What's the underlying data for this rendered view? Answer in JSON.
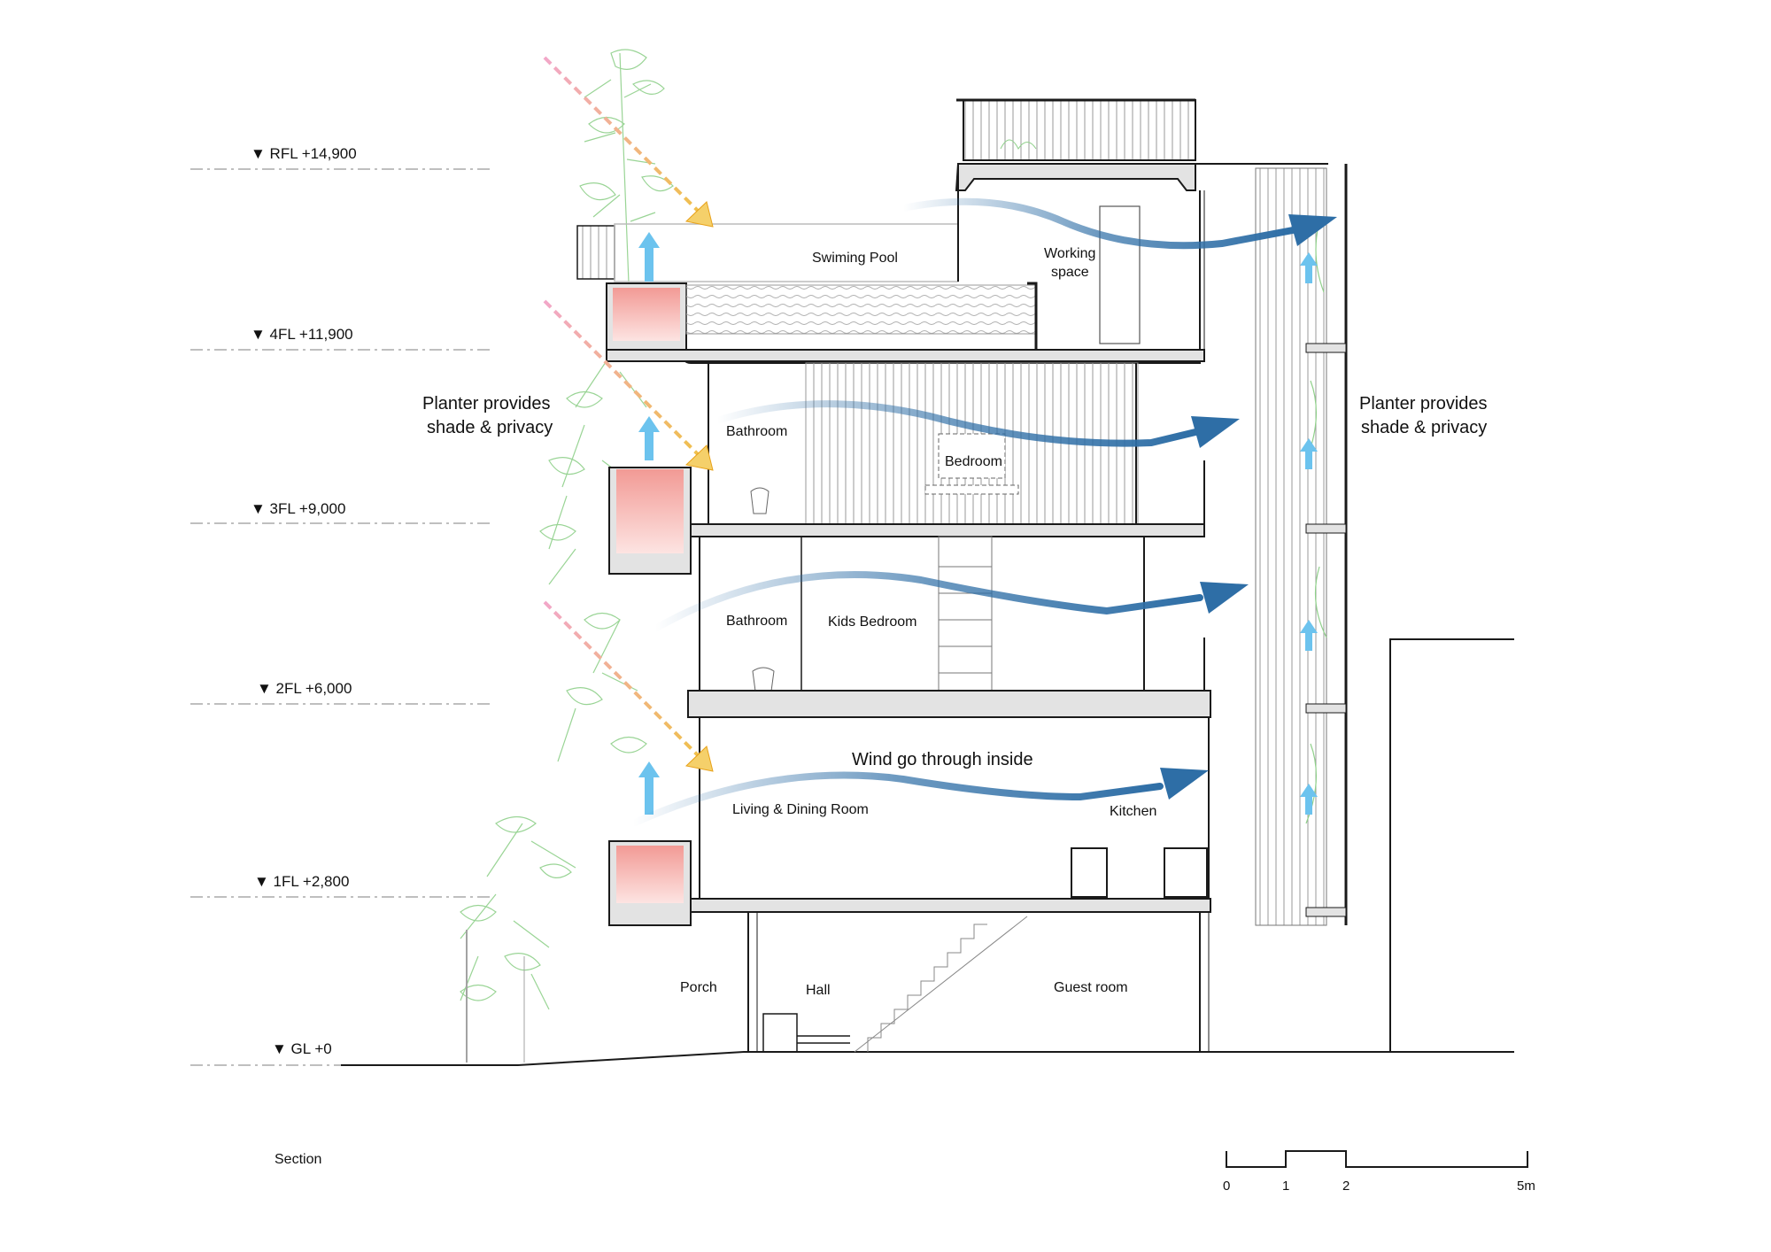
{
  "levels": [
    {
      "label": "▼ RFL +14,900"
    },
    {
      "label": "▼ 4FL +11,900"
    },
    {
      "label": "▼ 3FL +9,000"
    },
    {
      "label": "▼ 2FL +6,000"
    },
    {
      "label": "▼ 1FL +2,800"
    },
    {
      "label": "▼ GL +0"
    }
  ],
  "rooms": {
    "swimming_pool": "Swiming Pool",
    "working_space_1": "Working",
    "working_space_2": "space",
    "bathroom_3f": "Bathroom",
    "bedroom": "Bedroom",
    "bathroom_2f": "Bathroom",
    "kids_bedroom": "Kids Bedroom",
    "living_dining": "Living & Dining Room",
    "kitchen": "Kitchen",
    "porch": "Porch",
    "hall": "Hall",
    "guest_room": "Guest room"
  },
  "annotations": {
    "planter_left_1": "Planter provides",
    "planter_left_2": "shade & privacy",
    "planter_right_1": "Planter provides",
    "planter_right_2": "shade & privacy",
    "wind": "Wind go through inside"
  },
  "caption": "Section",
  "scale_bar": {
    "ticks": [
      "0",
      "1",
      "2",
      "5m"
    ]
  },
  "colors": {
    "line": "#1a1a1a",
    "slab_fill": "#e3e3e3",
    "wind_arrow": "#2e6ea6",
    "air_up": "#6cc3ee",
    "sun_ray": "#e8a21a",
    "planter_pink": "#f5a9a6",
    "foliage": "#7fc97a"
  }
}
